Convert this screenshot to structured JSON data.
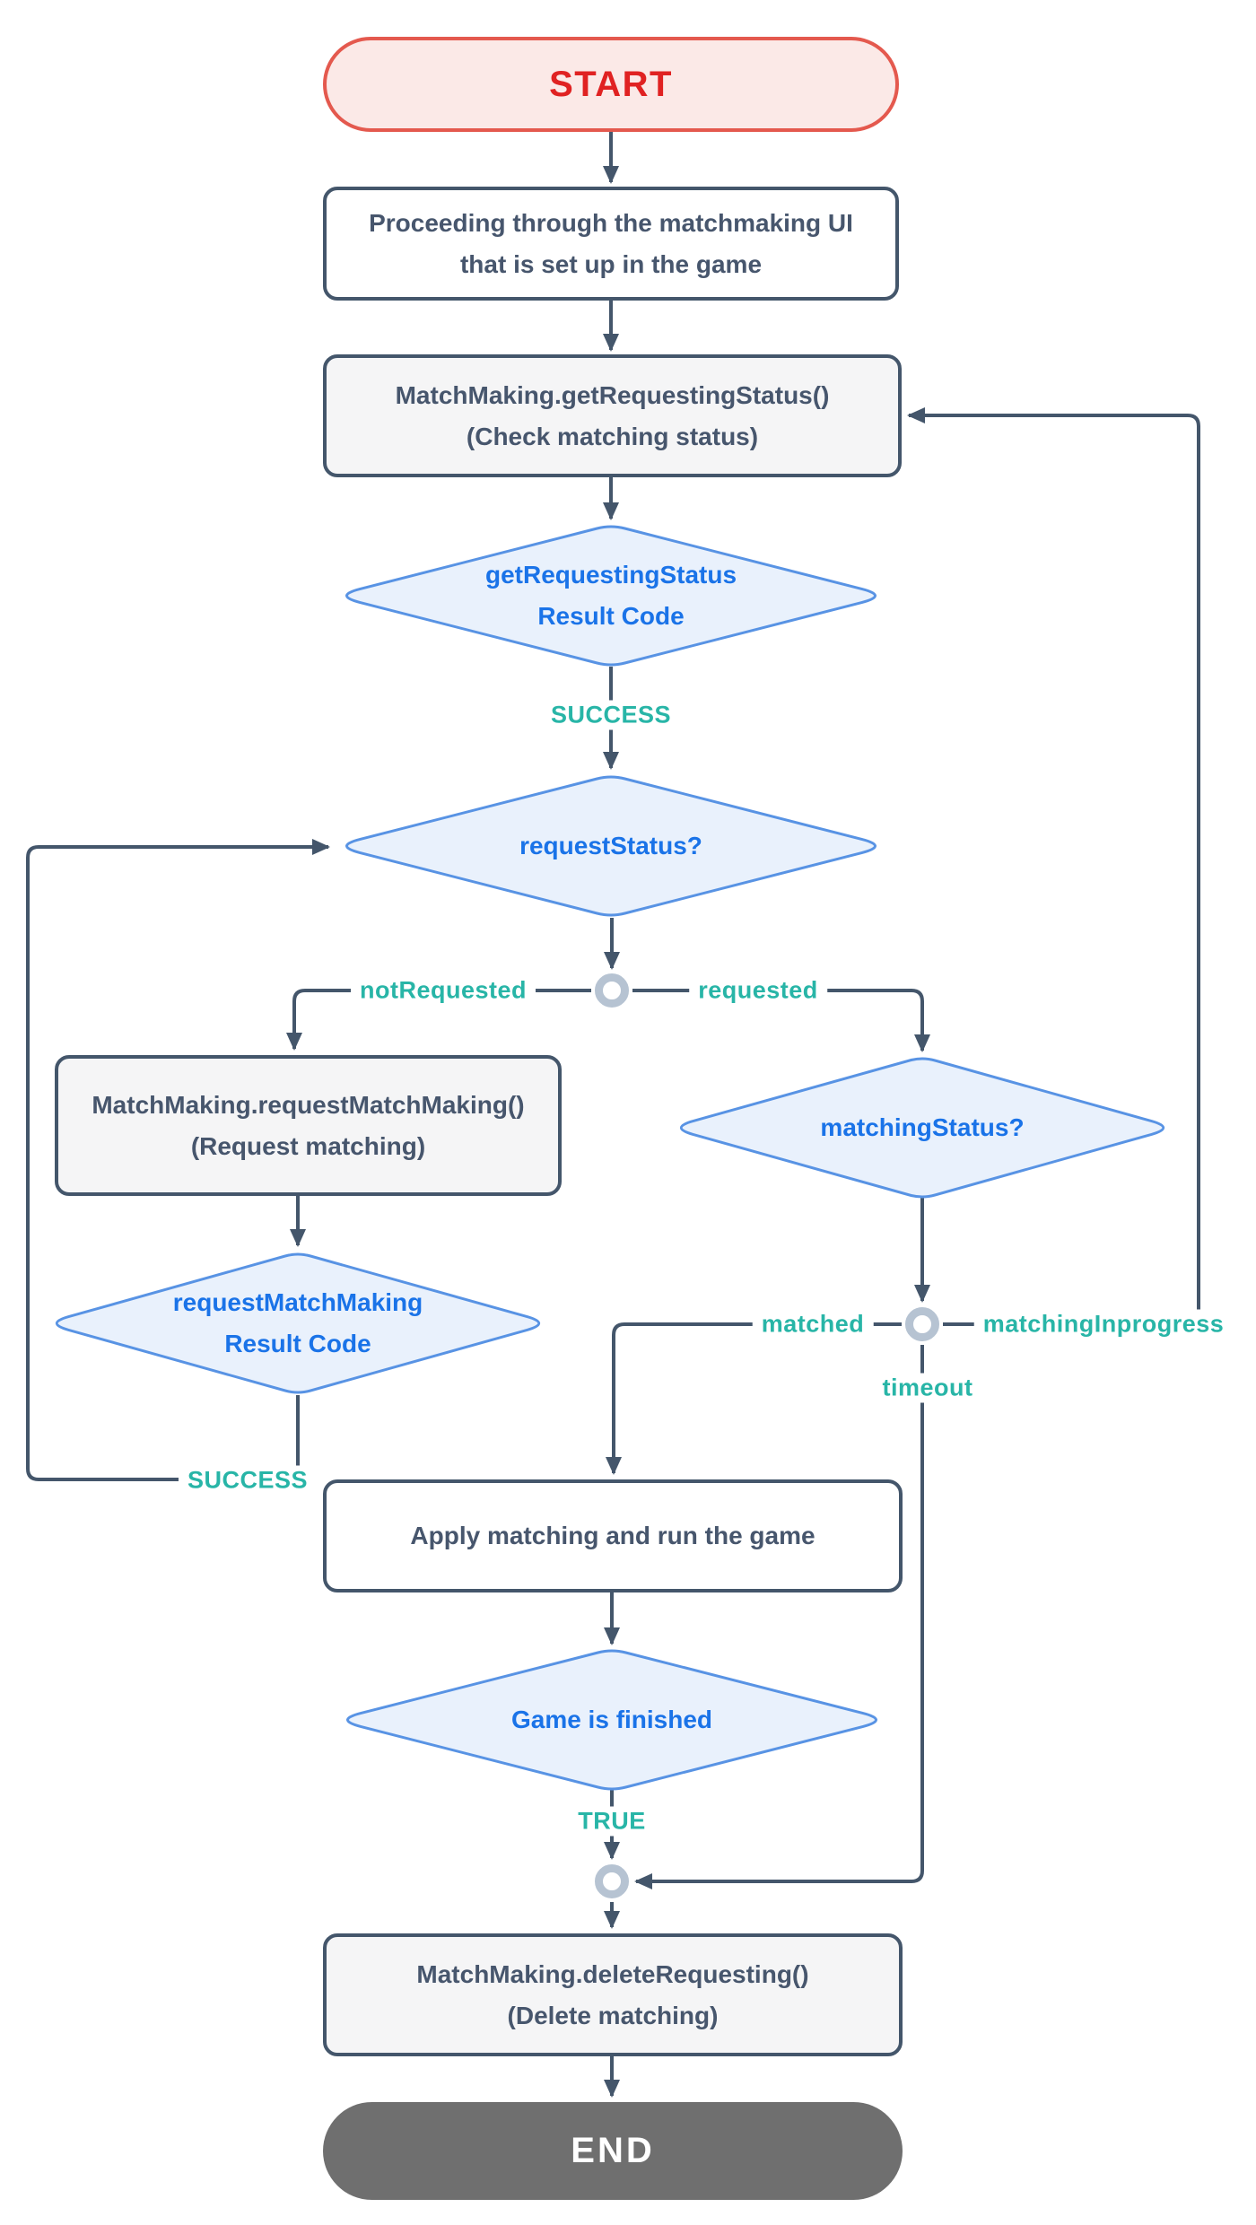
{
  "diagram": {
    "nodes": {
      "start": {
        "label": "START"
      },
      "proceed_ui": {
        "line1": "Proceeding through the matchmaking UI",
        "line2": "that is set up in the game"
      },
      "get_status": {
        "line1": "MatchMaking.getRequestingStatus()",
        "line2": "(Check matching status)"
      },
      "request_matchmaking": {
        "line1": "MatchMaking.requestMatchMaking()",
        "line2": "(Request matching)"
      },
      "apply_matching": {
        "line1": "Apply matching and run the game"
      },
      "delete_requesting": {
        "line1": "MatchMaking.deleteRequesting()",
        "line2": "(Delete matching)"
      },
      "end": {
        "label": "END"
      }
    },
    "decisions": {
      "get_status_result": {
        "line1": "getRequestingStatus",
        "line2": "Result Code"
      },
      "request_status": {
        "label": "requestStatus?"
      },
      "request_result": {
        "line1": "requestMatchMaking",
        "line2": "Result Code"
      },
      "matching_status": {
        "label": "matchingStatus?"
      },
      "game_finished": {
        "label": "Game is finished"
      }
    },
    "edge_labels": {
      "success_1": "SUCCESS",
      "not_requested": "notRequested",
      "requested": "requested",
      "matched": "matched",
      "matching_inprogress": "matchingInprogress",
      "timeout": "timeout",
      "success_2": "SUCCESS",
      "true_label": "TRUE"
    },
    "colors": {
      "connector_line": "#44566B",
      "process_text": "#47566D",
      "process_fill_gray": "#F5F5F6",
      "process_fill_white": "#FFFFFF",
      "diamond_fill": "#E9F1FC",
      "diamond_border": "#5893E4",
      "diamond_text": "#1A73E8",
      "edge_label_teal": "#28B5A7",
      "junction_ring": "#B6C3D2",
      "start_fill": "#FBE9E7",
      "start_border": "#E4594E",
      "start_text": "#E02222",
      "end_fill": "#6F6F6F",
      "end_text": "#FFFFFF"
    }
  }
}
